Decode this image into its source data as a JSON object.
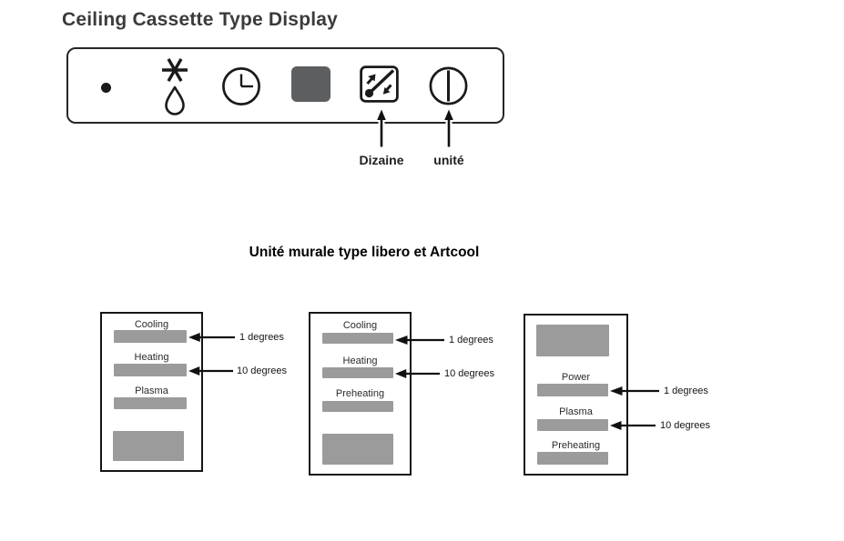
{
  "header": {
    "title": "Ceiling Cassette Type Display"
  },
  "cassette_display": {
    "icons": [
      {
        "name": "indicator-dot"
      },
      {
        "name": "defrost-snowflake-droplet"
      },
      {
        "name": "timer-clock"
      },
      {
        "name": "display-window"
      },
      {
        "name": "diagonal-arrows-tens-digit"
      },
      {
        "name": "power-units-digit"
      }
    ],
    "callouts": [
      {
        "label": "Dizaine"
      },
      {
        "label": "unité"
      }
    ]
  },
  "wall_unit": {
    "title": "Unité murale type libero et Artcool",
    "displays": [
      {
        "rows": [
          {
            "label": "Cooling",
            "callout": "1 degrees"
          },
          {
            "label": "Heating",
            "callout": "10 degrees"
          },
          {
            "label": "Plasma"
          }
        ]
      },
      {
        "rows": [
          {
            "label": "Cooling",
            "callout": "1 degrees"
          },
          {
            "label": "Heating",
            "callout": "10 degrees"
          },
          {
            "label": "Preheating"
          }
        ]
      },
      {
        "rows": [
          {
            "label": "Power",
            "callout": "1 degrees"
          },
          {
            "label": "Plasma",
            "callout": "10 degrees"
          },
          {
            "label": "Preheating"
          }
        ]
      }
    ]
  },
  "colors": {
    "ink": "#1a1a1a",
    "title_gray": "#3b3b3c",
    "window_gray": "#5c5e60",
    "segment_bar_gray": "#9b9b9b",
    "background": "#ffffff"
  }
}
